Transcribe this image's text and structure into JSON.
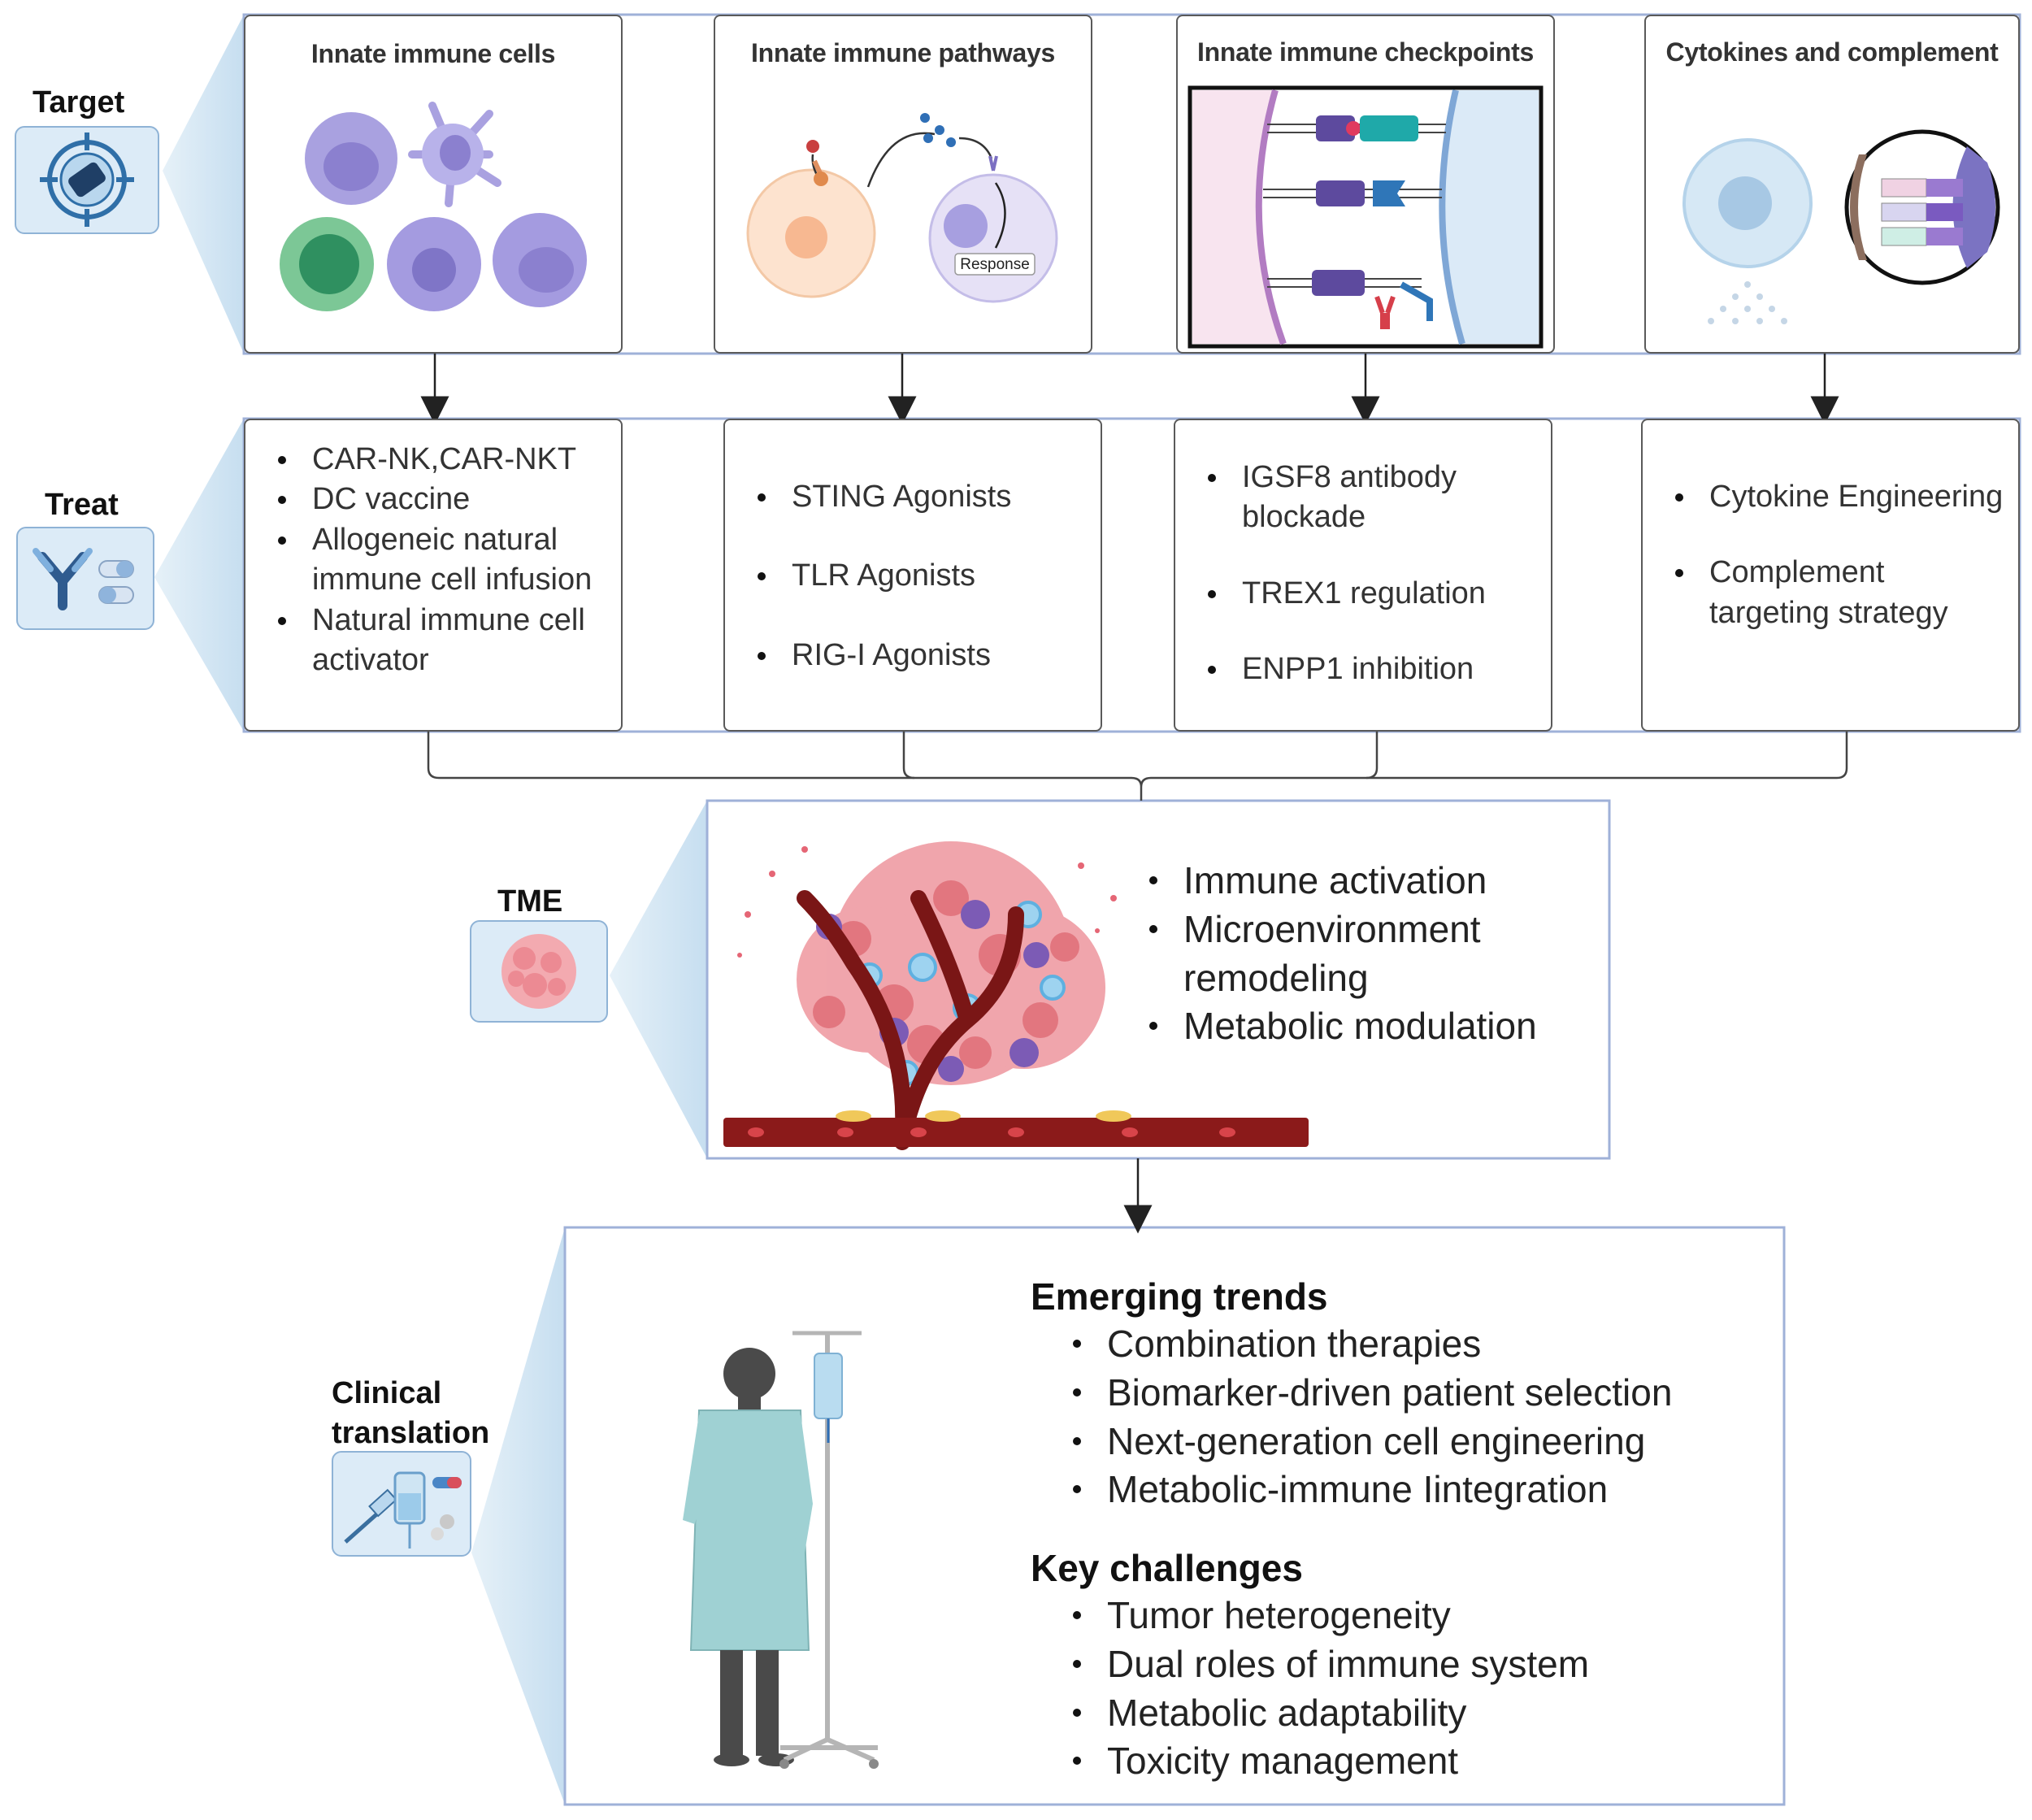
{
  "stages": {
    "target": "Target",
    "treat": "Treat",
    "tme": "TME",
    "clinical": "Clinical translation"
  },
  "target_panels": [
    {
      "title": "Innate immune cells"
    },
    {
      "title": "Innate immune pathways",
      "response_label": "Response"
    },
    {
      "title": "Innate immune checkpoints"
    },
    {
      "title": "Cytokines and complement"
    }
  ],
  "treat_panels": [
    {
      "items": [
        "CAR-NK,CAR-NKT",
        "DC vaccine",
        "Allogeneic natural immune cell infusion",
        "Natural immune cell activator"
      ]
    },
    {
      "items": [
        "STING Agonists",
        "TLR Agonists",
        "RIG-I Agonists"
      ]
    },
    {
      "items": [
        "IGSF8 antibody blockade",
        "TREX1 regulation",
        "ENPP1 inhibition"
      ]
    },
    {
      "items": [
        "Cytokine Engineering",
        "Complement targeting strategy"
      ]
    }
  ],
  "tme_effects": [
    "Immune activation",
    "Microenvironment remodeling",
    "Metabolic modulation"
  ],
  "clinical": {
    "trends_title": "Emerging trends",
    "trends": [
      "Combination therapies",
      "Biomarker-driven patient selection",
      "Next-generation cell engineering",
      "Metabolic-immune Iintegration"
    ],
    "challenges_title": "Key challenges",
    "challenges": [
      "Tumor heterogeneity",
      "Dual roles of immune system",
      "Metabolic adaptability",
      "Toxicity management"
    ]
  },
  "colors": {
    "frame_border": "#9fb1d8",
    "callout_fill": "#d6e8f5",
    "icon_tile": "#dcebf7",
    "cell_purple": "#a9a1e0",
    "cell_green": "#7cc796",
    "blood_vessel": "#8b1a1a"
  },
  "icons": [
    "target-icon",
    "antibody-pill-icon",
    "tumor-cell-icon",
    "iv-syringe-icon"
  ]
}
